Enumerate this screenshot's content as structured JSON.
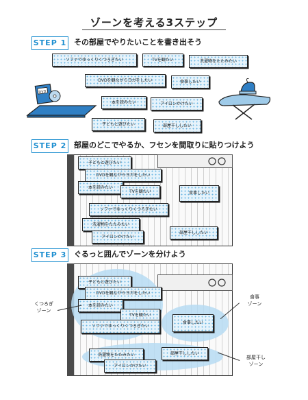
{
  "title": "ゾーンを考える3ステップ",
  "steps": [
    {
      "badge": "STEP 1",
      "text": "その部屋でやりたいことを書き出そう"
    },
    {
      "badge": "STEP 2",
      "text": "部屋のどこでやるか、フセンを間取りに貼りつけよう"
    },
    {
      "badge": "STEP 3",
      "text": "ぐるっと囲んでゾーンを分けよう"
    }
  ],
  "notes": {
    "sofa": "ソファでゆっくりくつろぎたい",
    "tv": "TVを観たい",
    "laundry": "洗濯物をたたみたい",
    "dvd": "DVDを観ながらヨガをしたい",
    "meal": "食事したい",
    "book": "本を読みたい",
    "iron": "アイロンかけたい",
    "kids": "子どもと遊びたい",
    "dry": "部屋干ししたい"
  },
  "zones": {
    "relax": "くつろぎ\nゾーン",
    "meal": "食事\nゾーン",
    "dry": "部屋干し\nゾーン"
  },
  "icons": {
    "dvd_label": "DVD"
  },
  "colors": {
    "accent": "#1e8fd0",
    "note_fill": "#e6f3fb",
    "zone": "#b6daf2",
    "mat": "#2f7fc4"
  }
}
